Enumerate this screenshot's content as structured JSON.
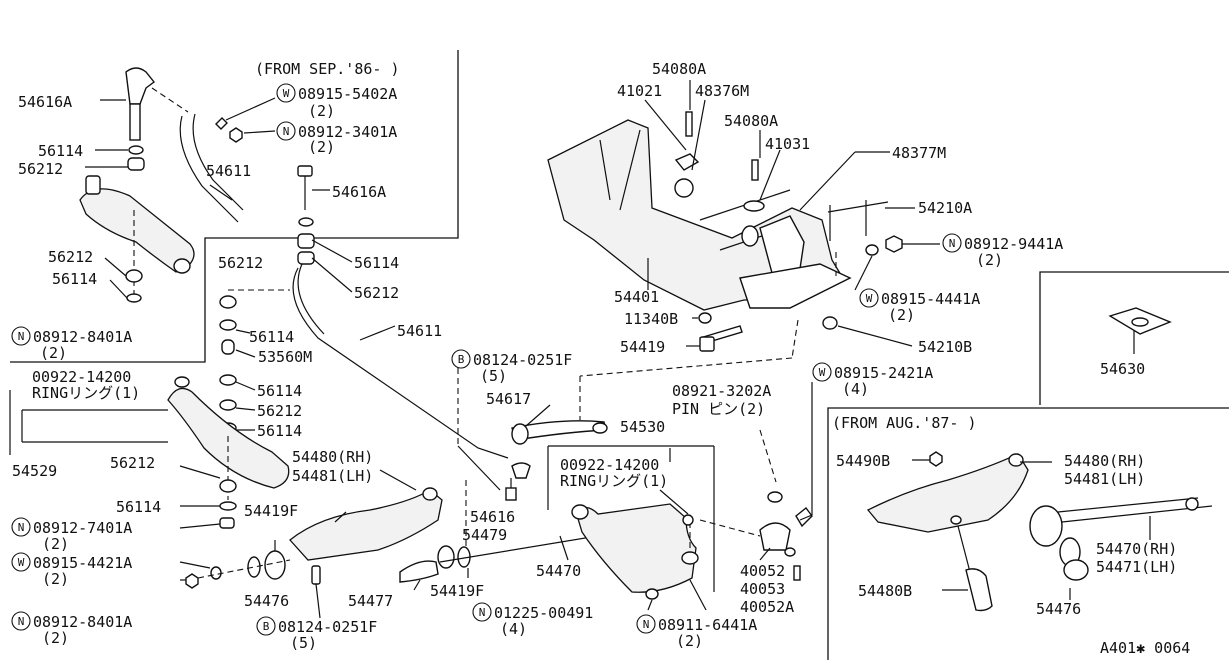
{
  "diagram_code": "A401✱ 0064",
  "inset_top_left": {
    "heading": "(FROM SEP.'86-   )",
    "labels": {
      "p54616a": "54616A",
      "p56114a": "56114",
      "p56212a": "56212",
      "p54611": "54611",
      "p56212b": "56212",
      "p56114b": "56114",
      "w08915_5402a": "08915-5402A",
      "w08915_5402a_qty": "(2)",
      "n08912_3401a": "08912-3401A",
      "n08912_3401a_qty": "(2)",
      "n08912_8401a": "08912-8401A",
      "n08912_8401a_qty": "(2)"
    }
  },
  "inset_bottom_right": {
    "heading": "(FROM AUG.'87-   )",
    "labels": {
      "p54490b": "54490B",
      "p54480rh": "54480(RH)",
      "p54481lh": "54481(LH)",
      "p54470rh": "54470(RH)",
      "p54471lh": "54471(LH)",
      "p54480b": "54480B",
      "p54476": "54476"
    }
  },
  "inset_part": {
    "p54630": "54630"
  },
  "main": {
    "p54080a_1": "54080A",
    "p41021": "41021",
    "p48376m": "48376M",
    "p54080a_2": "54080A",
    "p41031": "41031",
    "p48377m": "48377M",
    "p54210a": "54210A",
    "n08912_9441a": "08912-9441A",
    "n08912_9441a_qty": "(2)",
    "w08915_4441a": "08915-4441A",
    "w08915_4441a_qty": "(2)",
    "p54210b": "54210B",
    "p54401": "54401",
    "p11340b": "11340B",
    "p54419": "54419",
    "p54616a": "54616A",
    "p56114a": "56114",
    "p56212a": "56212",
    "p56212b": "56212",
    "p56114b": "56114",
    "p54611": "54611",
    "p53560m": "53560M",
    "p56114c": "56114",
    "p56212c": "56212",
    "p56114d": "56114",
    "b08124_0251f_1": "08124-0251F",
    "b08124_0251f_1_qty": "(5)",
    "w08915_2421a": "08915-2421A",
    "w08915_2421a_qty": "(4)",
    "p08921_3202a": "08921-3202A",
    "pin_label": "PIN ピン(2)",
    "p54617": "54617",
    "p54530": "54530",
    "p00922_14200_1": "00922-14200",
    "ring_1": "RINGリング(1)",
    "p54529": "54529",
    "p56212d": "56212",
    "p54480rh": "54480(RH)",
    "p54481lh": "54481(LH)",
    "p00922_14200_2": "00922-14200",
    "ring_2": "RINGリング(1)",
    "p56114e": "56114",
    "p54419f_1": "54419F",
    "p54616": "54616",
    "p54479": "54479",
    "n08912_7401a": "08912-7401A",
    "n08912_7401a_qty": "(2)",
    "w08915_4421a": "08915-4421A",
    "w08915_4421a_qty": "(2)",
    "p54470": "54470",
    "p54476": "54476",
    "p54477": "54477",
    "p54419f_2": "54419F",
    "n08912_8401a": "08912-8401A",
    "n08912_8401a_qty": "(2)",
    "b08124_0251f_2": "08124-0251F",
    "b08124_0251f_2_qty": "(5)",
    "n01225_00491": "01225-00491",
    "n01225_00491_qty": "(4)",
    "n08911_6441a": "08911-6441A",
    "n08911_6441a_qty": "(2)",
    "p40052": "40052",
    "p40053": "40053",
    "p40052a": "40052A"
  },
  "code_letters": {
    "n": "N",
    "w": "W",
    "b": "B"
  }
}
